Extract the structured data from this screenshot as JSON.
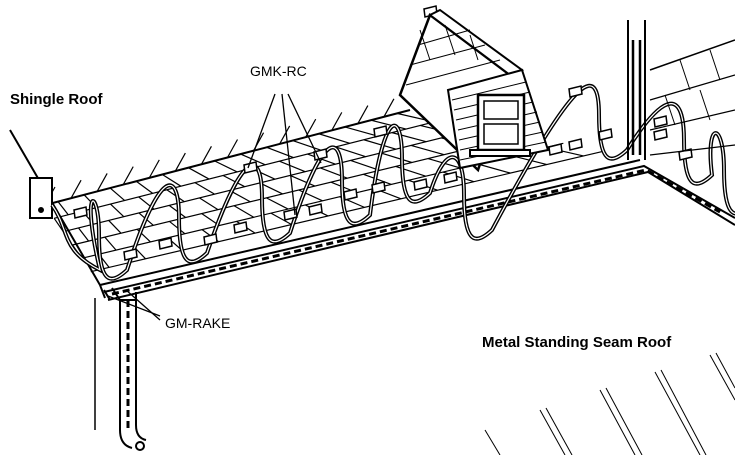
{
  "labels": {
    "shingle_roof": "Shingle Roof",
    "gmk_rc": "GMK-RC",
    "gm_rake": "GM-RAKE",
    "metal_roof": "Metal Standing Seam Roof"
  },
  "colors": {
    "ink": "#000000",
    "paper": "#ffffff"
  }
}
